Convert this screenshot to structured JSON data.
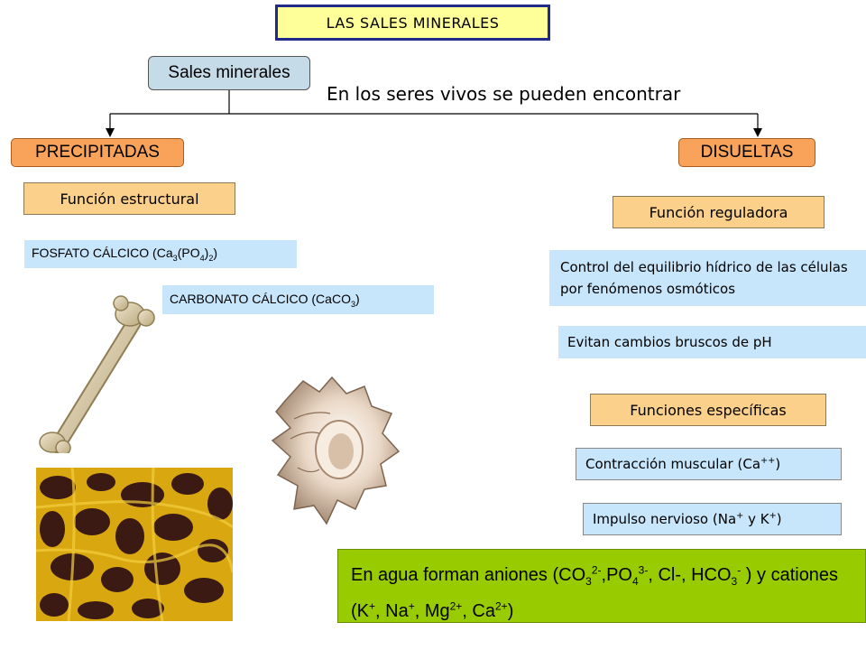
{
  "title": "LAS SALES MINERALES",
  "root": "Sales minerales",
  "subtitle": "En los seres vivos se pueden encontrar",
  "branches": {
    "left": "PRECIPITADAS",
    "right": "DISUELTAS"
  },
  "left": {
    "function": "Función estructural",
    "items": [
      "FOSFATO CÁLCICO (Ca3(PO4)2)",
      "CARBONATO CÁLCICO (CaCO3)"
    ]
  },
  "right": {
    "function1": "Función reguladora",
    "items1": [
      "Control del equilibrio hídrico de las células por fenómenos osmóticos",
      "Evitan cambios bruscos de pH"
    ],
    "function2": "Funciones específicas",
    "items2": [
      "Contracción muscular (Ca++)",
      "Impulso nervioso (Na+ y K+)"
    ]
  },
  "note": "En agua forman aniones (CO32-,PO43-, Cl-, HCO3- ) y cationes (K+, Na+, Mg2+, Ca2+)",
  "colors": {
    "title_bg": "#ffff99",
    "root_bg": "#c5dbe8",
    "branch_bg": "#f9a35a",
    "function_bg": "#fbd08a",
    "item_bg": "#c7e6fb",
    "note_bg": "#99cc00"
  },
  "images": [
    "bone-image",
    "bone-tissue-image",
    "shell-image"
  ]
}
